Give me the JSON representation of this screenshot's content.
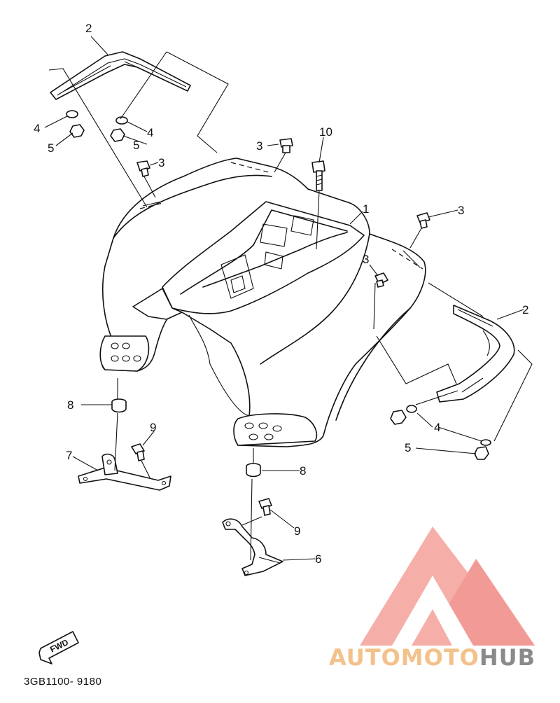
{
  "diagram": {
    "part_code": "3GB1100- 9180",
    "fwd_label": "FWD",
    "callouts": {
      "c1": "1",
      "c2a": "2",
      "c2b": "2",
      "c3a": "3",
      "c3b": "3",
      "c3c": "3",
      "c3d": "3",
      "c4a": "4",
      "c4b": "4",
      "c4c": "4",
      "c5a": "5",
      "c5b": "5",
      "c5c": "5",
      "c6": "6",
      "c7": "7",
      "c8a": "8",
      "c8b": "8",
      "c9a": "9",
      "c9b": "9",
      "c10": "10"
    }
  },
  "watermark": {
    "brand_part1": "AUTOMOTO",
    "brand_part2": "HUB",
    "color_primary": "#f08a84",
    "color_secondary": "#f3c28a",
    "color_tertiary": "#8a8a8a"
  }
}
